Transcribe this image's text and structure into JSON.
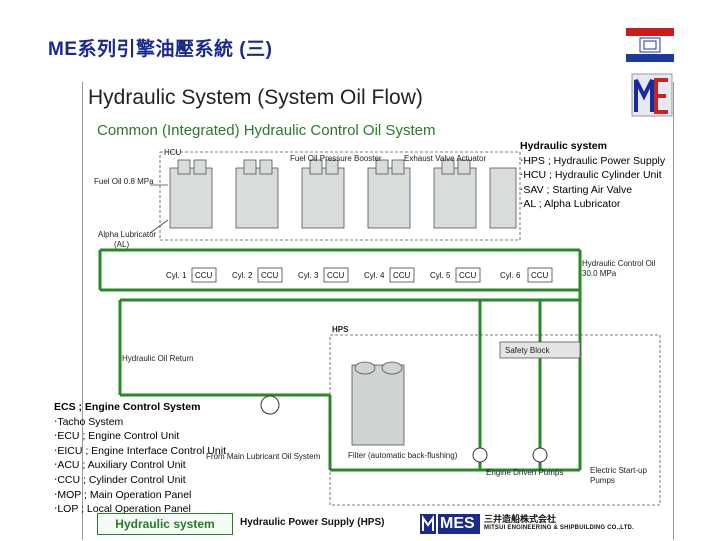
{
  "slide_title": "ME系列引擎油壓系統 (三)",
  "diagram": {
    "title": "Hydraulic System (System Oil Flow)",
    "subtitle": "Common (Integrated) Hydraulic Control Oil System",
    "labels": {
      "hcu": "HCU",
      "fuel_oil": "Fuel Oil 0.8 MPa",
      "fuel_booster": "Fuel Oil Pressure Booster",
      "exhaust_actuator": "Exhaust Valve Actuator",
      "alpha_lub": "Alpha Lubricator",
      "alpha_abbr": "(AL)",
      "hyd_control_oil": "Hydraulic Control Oil",
      "hyd_pressure": "30.0 MPa",
      "hps": "HPS",
      "safety_block": "Safety Block",
      "hyd_return": "Hydraulic Oil Return",
      "from_main_lub": "From Main Lubricant Oil System",
      "filter": "Filter (automatic back-flushing)",
      "engine_pumps": "Engine Driven Pumps",
      "electric_pumps_1": "Electric Start-up",
      "electric_pumps_2": "Pumps"
    },
    "cylinders": [
      {
        "cyl": "Cyl. 1",
        "unit": "CCU"
      },
      {
        "cyl": "Cyl. 2",
        "unit": "CCU"
      },
      {
        "cyl": "Cyl. 3",
        "unit": "CCU"
      },
      {
        "cyl": "Cyl. 4",
        "unit": "CCU"
      },
      {
        "cyl": "Cyl. 5",
        "unit": "CCU"
      },
      {
        "cyl": "Cyl. 6",
        "unit": "CCU"
      }
    ]
  },
  "legend_hydraulic": {
    "heading": "Hydraulic system",
    "items": [
      "‧HPS ; Hydraulic Power Supply",
      "‧HCU ; Hydraulic Cylinder Unit",
      "‧SAV ; Starting Air Valve",
      "‧AL ; Alpha Lubricator"
    ]
  },
  "legend_ecs": {
    "heading": "ECS ; Engine Control System",
    "items": [
      "‧Tacho System",
      "‧ECU ; Engine Control Unit",
      "‧EICU ; Engine Interface Control Unit",
      "‧ACU ; Auxiliary Control Unit",
      "‧CCU ; Cylinder Control Unit",
      "‧MOP ; Main Operation Panel",
      "‧LOP ; Local Operation Panel"
    ]
  },
  "footer": {
    "button_label": "Hydraulic system",
    "caption": "Hydraulic Power Supply (HPS)",
    "mes_logo": "MES",
    "company_jp": "三井造船株式会社",
    "company_en": "MITSUI ENGINEERING & SHIPBUILDING CO.,LTD."
  },
  "colors": {
    "title_blue": "#1a2a8c",
    "pipe_green": "#2a8a2a",
    "subtitle_green": "#2a7a2a"
  }
}
